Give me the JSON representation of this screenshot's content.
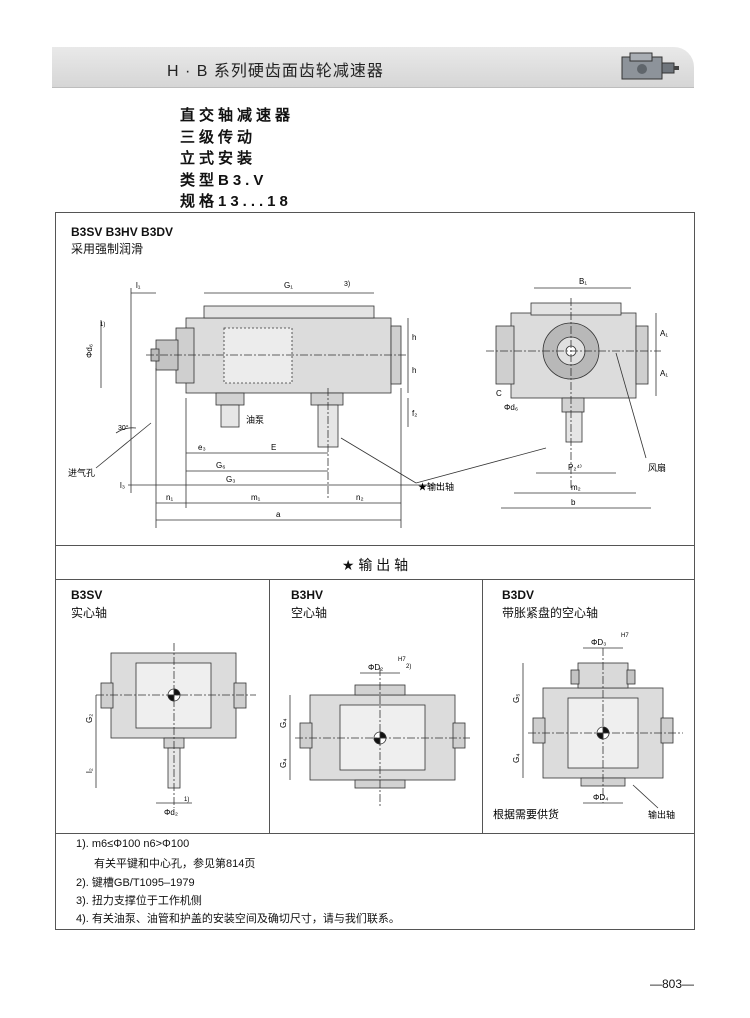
{
  "header": {
    "title": "H · B 系列硬齿面齿轮减速器"
  },
  "meta": [
    "直交轴减速器",
    "三级传动",
    "立式安装",
    "类型B3.V",
    "规格13...18"
  ],
  "main_section": {
    "title": "B3SV B3HV B3DV",
    "subtitle": "采用强制润滑",
    "labels": {
      "l1": "l₁",
      "g1": "G₁",
      "d6": "Φd₆",
      "h": "h",
      "f2": "f₂",
      "oil_pump": "油泵",
      "e3": "e₃",
      "e": "E",
      "g6": "G₆",
      "g3": "G₃",
      "l3": "l₃",
      "n1": "n₁",
      "m1": "m₁",
      "n2": "n₂",
      "a": "a",
      "angle": "30°",
      "air_inlet": "进气孔",
      "output_shaft": "★输出轴",
      "b1": "B₁",
      "a1": "A₁",
      "c": "C",
      "d6b": "Φd₆",
      "p2": "P₂⁴⁾",
      "m2": "m₂",
      "b": "b",
      "fan": "风扇",
      "sup1": "1)",
      "sup3": "3)"
    }
  },
  "output_section": {
    "title": "★    输    出    轴"
  },
  "panels": [
    {
      "code": "B3SV",
      "desc": "实心轴",
      "labels": {
        "g2": "G₂",
        "l2": "l₂",
        "d2": "Φd₂",
        "sup": "1)"
      }
    },
    {
      "code": "B3HV",
      "desc": "空心轴",
      "labels": {
        "d2": "ΦD₂",
        "h7": "H7",
        "sup": "2)",
        "g4a": "G₄",
        "g4b": "G₄"
      }
    },
    {
      "code": "B3DV",
      "desc": "带胀紧盘的空心轴",
      "labels": {
        "d3": "ΦD₃",
        "h7": "H7",
        "g5": "G₅",
        "g4": "G₄",
        "d4": "ΦD₄",
        "supply": "根据需要供货",
        "shaft": "输出轴"
      }
    }
  ],
  "notes": [
    "1). m6≤Φ100  n6>Φ100",
    "    有关平键和中心孔，参见第814页",
    "2). 键槽GB/T1095–1979",
    "3). 扭力支撑位于工作机侧",
    "4). 有关油泵、油管和护盖的安装空间及确切尺寸，请与我们联系。"
  ],
  "page_number": "—803—"
}
